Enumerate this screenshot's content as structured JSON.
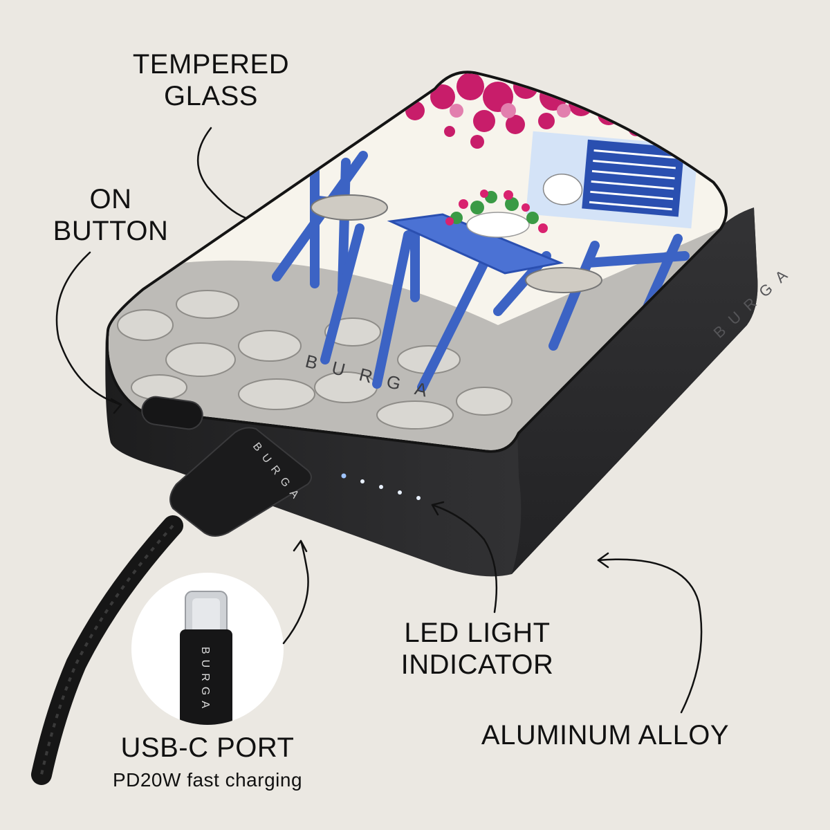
{
  "labels": {
    "tempered_glass": [
      "TEMPERED",
      "GLASS"
    ],
    "on_button": [
      "ON",
      "BUTTON"
    ],
    "led_indicator": [
      "LED LIGHT",
      "INDICATOR"
    ],
    "aluminum_alloy": "ALUMINUM ALLOY",
    "usb_c_port": "USB-C PORT",
    "usb_c_sub": "PD20W fast charging"
  },
  "brand": "BURGA",
  "colors": {
    "background": "#ebe8e2",
    "body": "#2a2a2b",
    "accent_blue": "#3c63c4",
    "flower_pink": "#c81d6a",
    "led": "#e9f1ff"
  },
  "led_count": 5
}
